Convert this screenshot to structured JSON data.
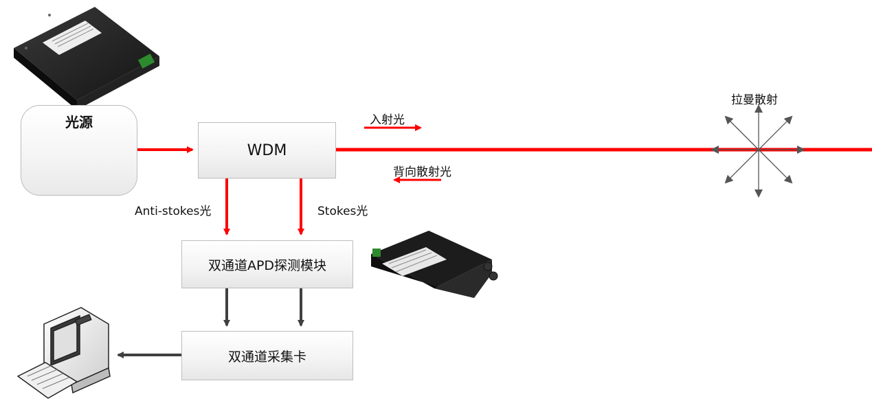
{
  "title": "",
  "blocks": {
    "source": "光源",
    "wdm": "WDM",
    "apd": "双通道APD探测模块",
    "daq": "双通道采集卡"
  },
  "labels": {
    "incident": "入射光",
    "backscatter": "背向散射光",
    "raman": "拉曼散射",
    "anti_stokes": "Anti-stokes光",
    "stokes": "Stokes光"
  },
  "images": {
    "laser_module": "pulsed-laser-module-photo",
    "apd_module": "dual-channel-apd-module-photo",
    "computer": "desktop-computer-icon"
  },
  "colors": {
    "signal": "#ff0000",
    "data": "#404040",
    "scatter": "#555555"
  }
}
